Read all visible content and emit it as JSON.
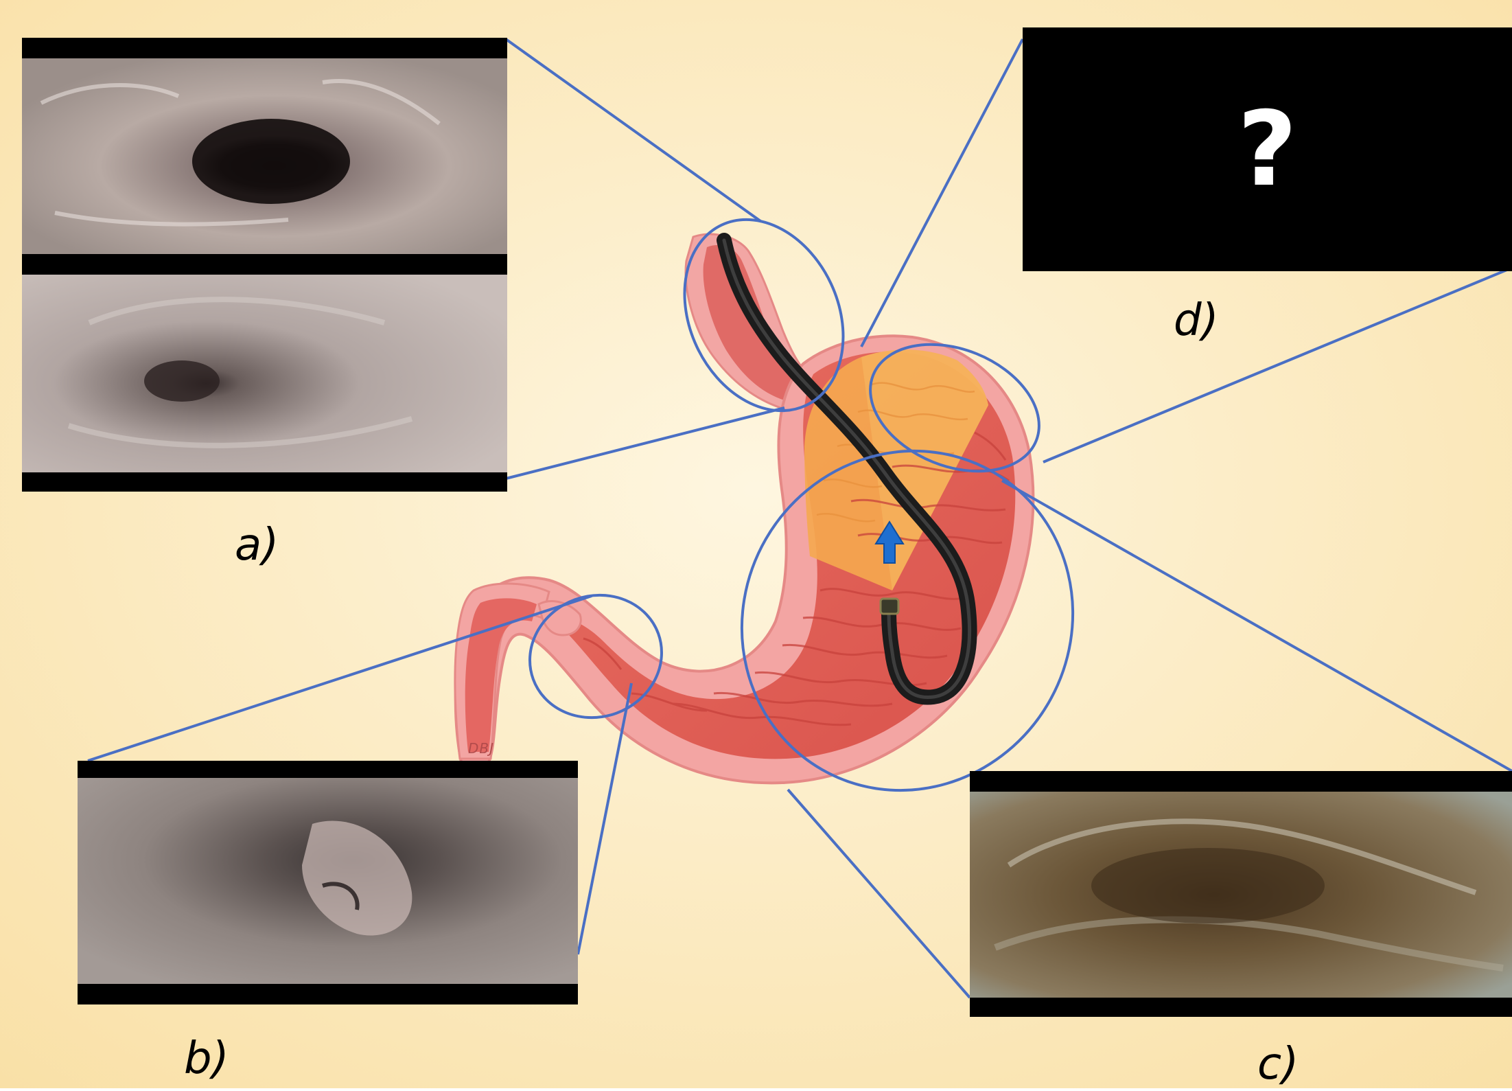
{
  "diagram": {
    "captions": {
      "a": "a)",
      "b": "b)",
      "c": "c)",
      "d": "d)"
    },
    "unknown_view_symbol": "?",
    "illustration_signature": "DBJ",
    "colors": {
      "background_center": "#fdf3d8",
      "background_edge": "#f9e0a8",
      "callout_line": "#4a6fc4",
      "stomach_wall": "#f0a0a0",
      "stomach_inner": "#e0605a",
      "fundus_highlight": "#f5a850",
      "endoscope": "#1a1a1a",
      "direction_arrow": "#1f6fd0"
    }
  }
}
